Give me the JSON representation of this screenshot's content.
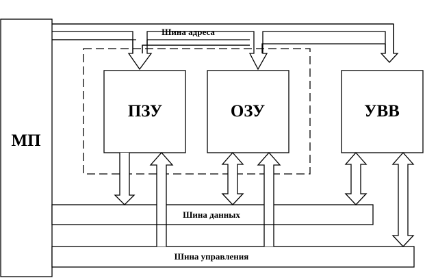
{
  "blocks": {
    "mp": "МП",
    "pzu": "ПЗУ",
    "ozu": "ОЗУ",
    "uvv": "УВВ"
  },
  "buses": {
    "address": "Шина адреса",
    "data": "Шина данных",
    "control": "Шина управления"
  }
}
